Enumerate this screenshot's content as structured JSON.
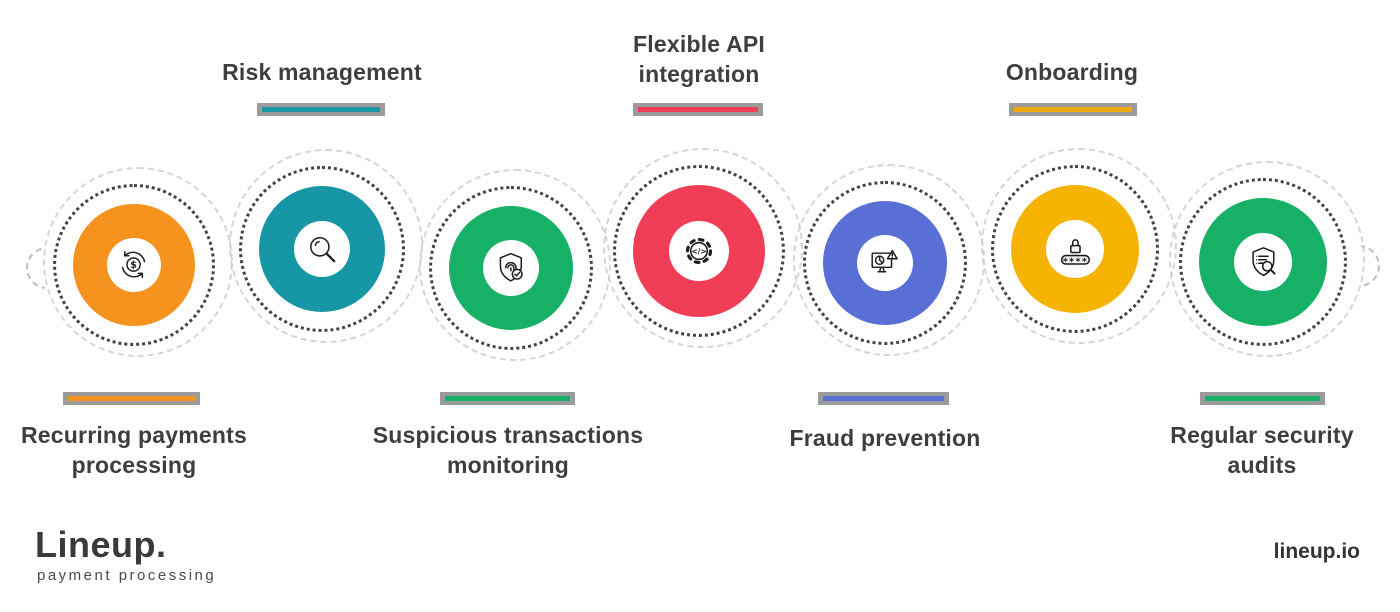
{
  "page": {
    "background": "#ffffff",
    "text_color": "#3e3e3e",
    "bar_gray": "#9b9b9b"
  },
  "steps": [
    {
      "name": "recurring-payments-processing",
      "label": "Recurring payments\nprocessing",
      "label_position": "bottom",
      "color": "#F6921E",
      "accent": "#F6921E",
      "icon": "dollar-cycle-icon"
    },
    {
      "name": "risk-management",
      "label": "Risk management",
      "label_position": "top",
      "color": "#1796A5",
      "accent": "#1796A5",
      "icon": "magnifier-icon"
    },
    {
      "name": "suspicious-transactions-monitoring",
      "label": "Suspicious transactions\nmonitoring",
      "label_position": "bottom",
      "color": "#17B067",
      "accent": "#17B067",
      "icon": "shield-fingerprint-icon"
    },
    {
      "name": "flexible-api-integration",
      "label": "Flexible API\nintegration",
      "label_position": "top",
      "color": "#EF3E56",
      "accent": "#EF3E56",
      "icon": "gear-code-icon"
    },
    {
      "name": "fraud-prevention",
      "label": "Fraud prevention",
      "label_position": "bottom",
      "color": "#5A6FD6",
      "accent": "#5A6FD6",
      "icon": "monitor-alert-icon"
    },
    {
      "name": "onboarding",
      "label": "Onboarding",
      "label_position": "top",
      "color": "#F7B301",
      "accent": "#F0A90A",
      "icon": "password-icon"
    },
    {
      "name": "regular-security-audits",
      "label": "Regular security\naudits",
      "label_position": "bottom",
      "color": "#17B067",
      "accent": "#17B067",
      "icon": "shield-audit-icon"
    }
  ],
  "icon_glyphs": {
    "dollar": "$",
    "code": "</>",
    "password": "****"
  },
  "footer": {
    "logo_text": "Lineup.",
    "logo_tagline": "payment processing",
    "website": "lineup.io"
  }
}
